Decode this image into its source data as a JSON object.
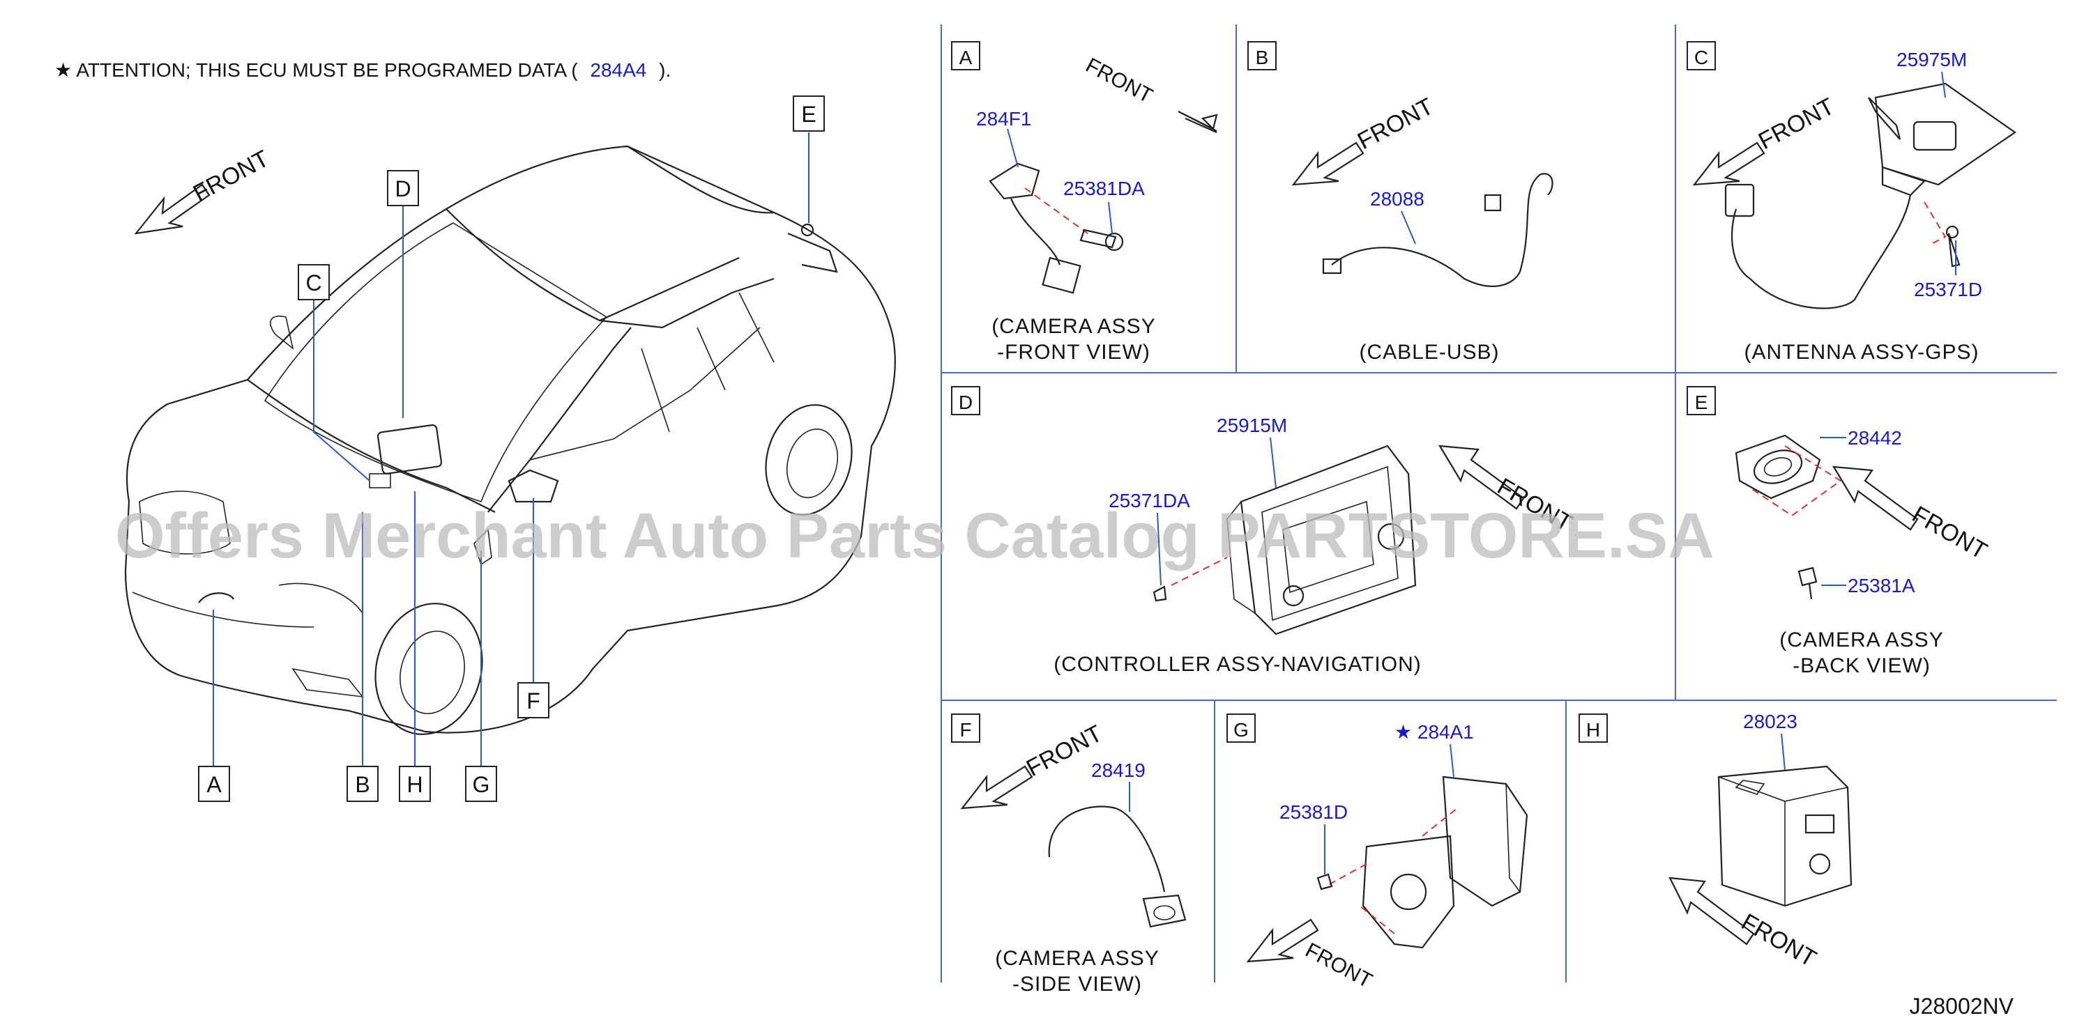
{
  "attention": {
    "prefix": "★ ATTENTION;  THIS  ECU  MUST  BE  PROGRAMED  DATA  (",
    "part": "284A4",
    "suffix": ")."
  },
  "front_label": "FRONT",
  "watermark": "Offers Merchant Auto Parts Catalog PARTSTORE.SA",
  "diagram_id": "J28002NV",
  "callouts": [
    "A",
    "B",
    "C",
    "D",
    "E",
    "F",
    "G",
    "H"
  ],
  "panels": {
    "A": {
      "letter": "A",
      "parts": [
        "284F1",
        "25381DA"
      ],
      "caption": [
        "(CAMERA   ASSY",
        "-FRONT   VIEW)"
      ]
    },
    "B": {
      "letter": "B",
      "parts": [
        "28088"
      ],
      "caption": [
        "(CABLE-USB)"
      ]
    },
    "C": {
      "letter": "C",
      "parts": [
        "25975M",
        "25371D"
      ],
      "caption": [
        "(ANTENNA   ASSY-GPS)"
      ]
    },
    "D": {
      "letter": "D",
      "parts": [
        "25915M",
        "25371DA"
      ],
      "caption": [
        "(CONTROLLER   ASSY-NAVIGATION)"
      ]
    },
    "E": {
      "letter": "E",
      "parts": [
        "28442",
        "25381A"
      ],
      "caption": [
        "(CAMERA   ASSY",
        "-BACK   VIEW)"
      ]
    },
    "F": {
      "letter": "F",
      "parts": [
        "28419"
      ],
      "caption": [
        "(CAMERA   ASSY",
        "-SIDE   VIEW)"
      ]
    },
    "G": {
      "letter": "G",
      "parts": [
        "★ 284A1",
        "25381D"
      ],
      "caption": []
    },
    "H": {
      "letter": "H",
      "parts": [
        "28023"
      ],
      "caption": []
    }
  },
  "colors": {
    "part_number": "#1a1acc",
    "grid": "#4a6fb5",
    "dashed": "#dd3322"
  }
}
